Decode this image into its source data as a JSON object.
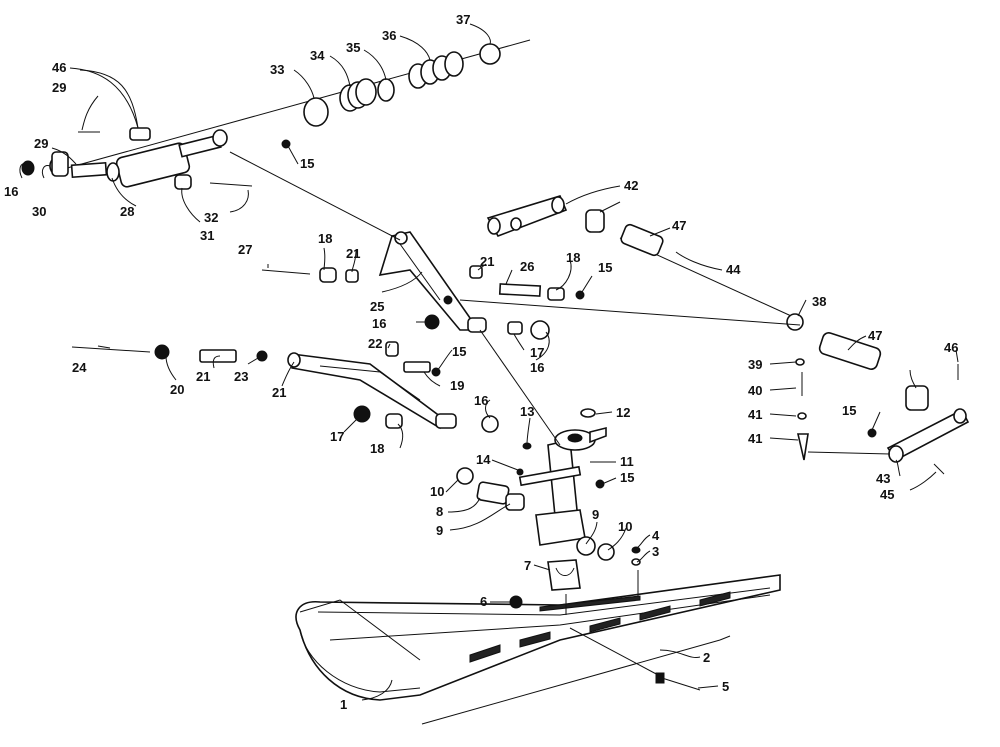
{
  "diagram": {
    "callouts": [
      {
        "id": "c1",
        "text": "1"
      },
      {
        "id": "c2",
        "text": "2"
      },
      {
        "id": "c3",
        "text": "3"
      },
      {
        "id": "c4",
        "text": "4"
      },
      {
        "id": "c5",
        "text": "5"
      },
      {
        "id": "c6",
        "text": "6"
      },
      {
        "id": "c7",
        "text": "7"
      },
      {
        "id": "c8",
        "text": "8"
      },
      {
        "id": "c9a",
        "text": "9"
      },
      {
        "id": "c9b",
        "text": "9"
      },
      {
        "id": "c10a",
        "text": "10"
      },
      {
        "id": "c10b",
        "text": "10"
      },
      {
        "id": "c11",
        "text": "11"
      },
      {
        "id": "c12",
        "text": "12"
      },
      {
        "id": "c13",
        "text": "13"
      },
      {
        "id": "c14",
        "text": "14"
      },
      {
        "id": "c15a",
        "text": "15"
      },
      {
        "id": "c15b",
        "text": "15"
      },
      {
        "id": "c15c",
        "text": "15"
      },
      {
        "id": "c15d",
        "text": "15"
      },
      {
        "id": "c15e",
        "text": "15"
      },
      {
        "id": "c16a",
        "text": "16"
      },
      {
        "id": "c16b",
        "text": "16"
      },
      {
        "id": "c16c",
        "text": "16"
      },
      {
        "id": "c16d",
        "text": "16"
      },
      {
        "id": "c17a",
        "text": "17"
      },
      {
        "id": "c17b",
        "text": "17"
      },
      {
        "id": "c18a",
        "text": "18"
      },
      {
        "id": "c18b",
        "text": "18"
      },
      {
        "id": "c18c",
        "text": "18"
      },
      {
        "id": "c19",
        "text": "19"
      },
      {
        "id": "c20",
        "text": "20"
      },
      {
        "id": "c21a",
        "text": "21"
      },
      {
        "id": "c21b",
        "text": "21"
      },
      {
        "id": "c21c",
        "text": "21"
      },
      {
        "id": "c21d",
        "text": "21"
      },
      {
        "id": "c22",
        "text": "22"
      },
      {
        "id": "c23",
        "text": "23"
      },
      {
        "id": "c24",
        "text": "24"
      },
      {
        "id": "c25",
        "text": "25"
      },
      {
        "id": "c26",
        "text": "26"
      },
      {
        "id": "c27",
        "text": "27"
      },
      {
        "id": "c28",
        "text": "28"
      },
      {
        "id": "c29a",
        "text": "29"
      },
      {
        "id": "c29b",
        "text": "29"
      },
      {
        "id": "c30",
        "text": "30"
      },
      {
        "id": "c31",
        "text": "31"
      },
      {
        "id": "c32",
        "text": "32"
      },
      {
        "id": "c33",
        "text": "33"
      },
      {
        "id": "c34",
        "text": "34"
      },
      {
        "id": "c35",
        "text": "35"
      },
      {
        "id": "c36",
        "text": "36"
      },
      {
        "id": "c37",
        "text": "37"
      },
      {
        "id": "c38",
        "text": "38"
      },
      {
        "id": "c39",
        "text": "39"
      },
      {
        "id": "c40",
        "text": "40"
      },
      {
        "id": "c41a",
        "text": "41"
      },
      {
        "id": "c41b",
        "text": "41"
      },
      {
        "id": "c42",
        "text": "42"
      },
      {
        "id": "c43",
        "text": "43"
      },
      {
        "id": "c44",
        "text": "44"
      },
      {
        "id": "c45",
        "text": "45"
      },
      {
        "id": "c46a",
        "text": "46"
      },
      {
        "id": "c46b",
        "text": "46"
      },
      {
        "id": "c47a",
        "text": "47"
      },
      {
        "id": "c47b",
        "text": "47"
      }
    ]
  }
}
